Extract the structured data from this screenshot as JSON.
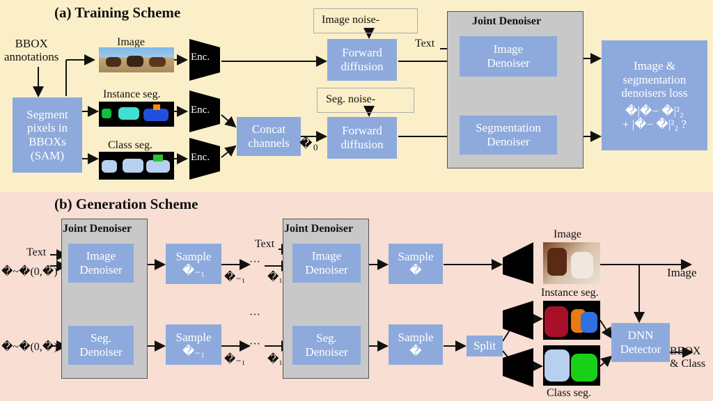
{
  "training": {
    "title": "(a) Training Scheme",
    "bbox_annotations": "BBOX\nannotations",
    "image_label": "Image",
    "instance_label": "Instance seg.",
    "class_label": "Class seg.",
    "segment_box": "Segment\npixels in\nBBOXs\n(SAM)",
    "enc": "Enc.",
    "concat": "Concat\nchannels",
    "image_noise": "Image noise-",
    "seg_noise": "Seg. noise-",
    "forward_diffusion": "Forward\ndiffusion",
    "text": "Text",
    "joint_denoiser": "Joint Denoiser",
    "image_denoiser": "Image\nDenoiser",
    "seg_denoiser": "Segmentation\nDenoiser",
    "loss": "Image &\nsegmentation\ndenoisers loss",
    "loss_eq1": "�|�− �|²₂",
    "loss_eq2": "+ |�− �|²₂ ?",
    "glyph": "�",
    "sub0": "0"
  },
  "generation": {
    "title": "(b) Generation Scheme",
    "text": "Text",
    "joint_denoiser": "Joint Denoiser",
    "image_denoiser": "Image\nDenoiser",
    "seg_denoiser": "Seg.\nDenoiser",
    "sample_prev": "Sample\n�₋₁",
    "sample": "Sample\n�",
    "noise_init": "�~�(0,�)",
    "t_minus_1": "�₋₁",
    "t1": "�₁",
    "ellipsis": "···",
    "vdots": "⋮",
    "split": "Split",
    "dnn": "DNN\nDetector",
    "out_image": "Image",
    "out_bbox": "BBOX\n& Class",
    "image_label": "Image",
    "instance_label": "Instance seg.",
    "class_label": "Class seg.",
    "glyph": "�"
  }
}
